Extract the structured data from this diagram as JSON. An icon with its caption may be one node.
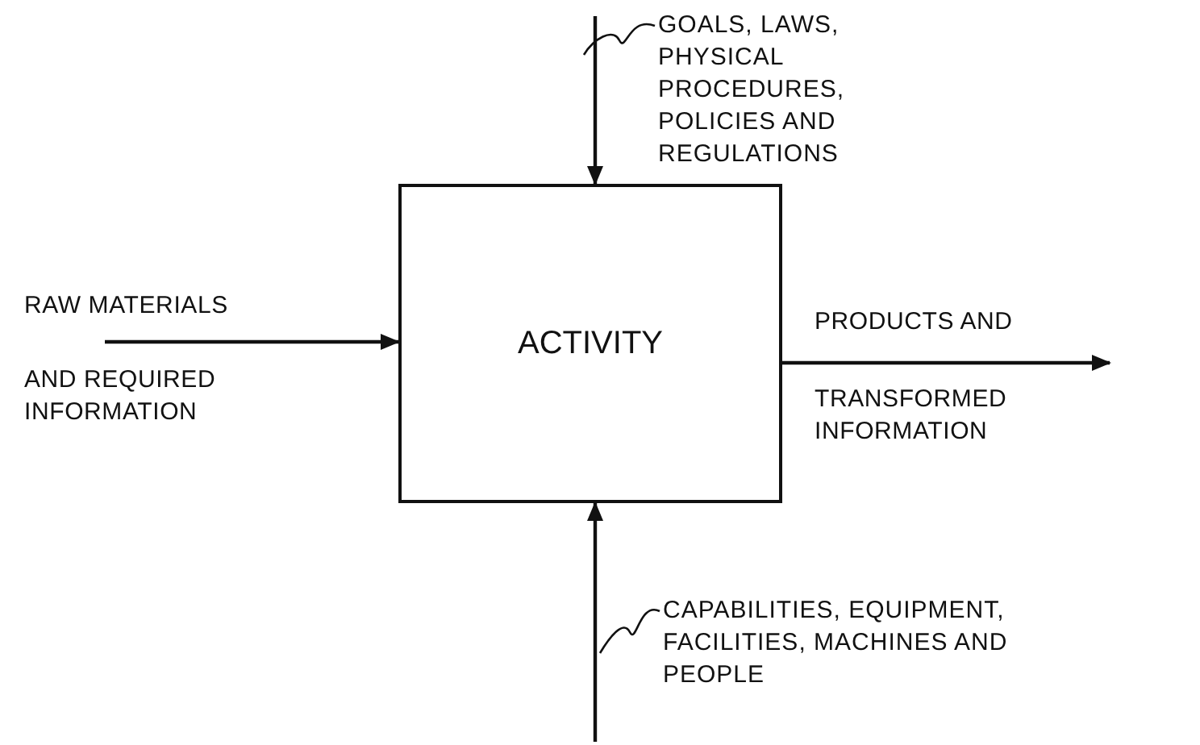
{
  "diagram": {
    "nodes": [
      {
        "text": [
          "ACTIVITY"
        ]
      },
      {
        "text": [
          "GOALS, LAWS, PHYSICAL PROCEDURES, POLICIES AND REGULATIONS"
        ]
      },
      {
        "text": [
          "CAPABILITIES, EQUIPMENT, FACILITIES, MACHINES AND PEOPLE"
        ]
      }
    ],
    "edges": [
      {
        "from": null,
        "to": 0,
        "arrow": "to"
      },
      {
        "from": null,
        "to": 0,
        "arrow": "to"
      },
      {
        "from": null,
        "to": 0,
        "arrow": "to"
      },
      {
        "from": 0,
        "to": null,
        "arrow": "to"
      },
      {
        "from": 1,
        "to": null,
        "arrow": "none"
      },
      {
        "from": 2,
        "to": null,
        "arrow": "none"
      }
    ],
    "labels": [
      "RAW MATERIALS",
      "AND REQUIRED INFORMATION",
      "PRODUCTS AND",
      "TRANSFORMED INFORMATION"
    ]
  }
}
